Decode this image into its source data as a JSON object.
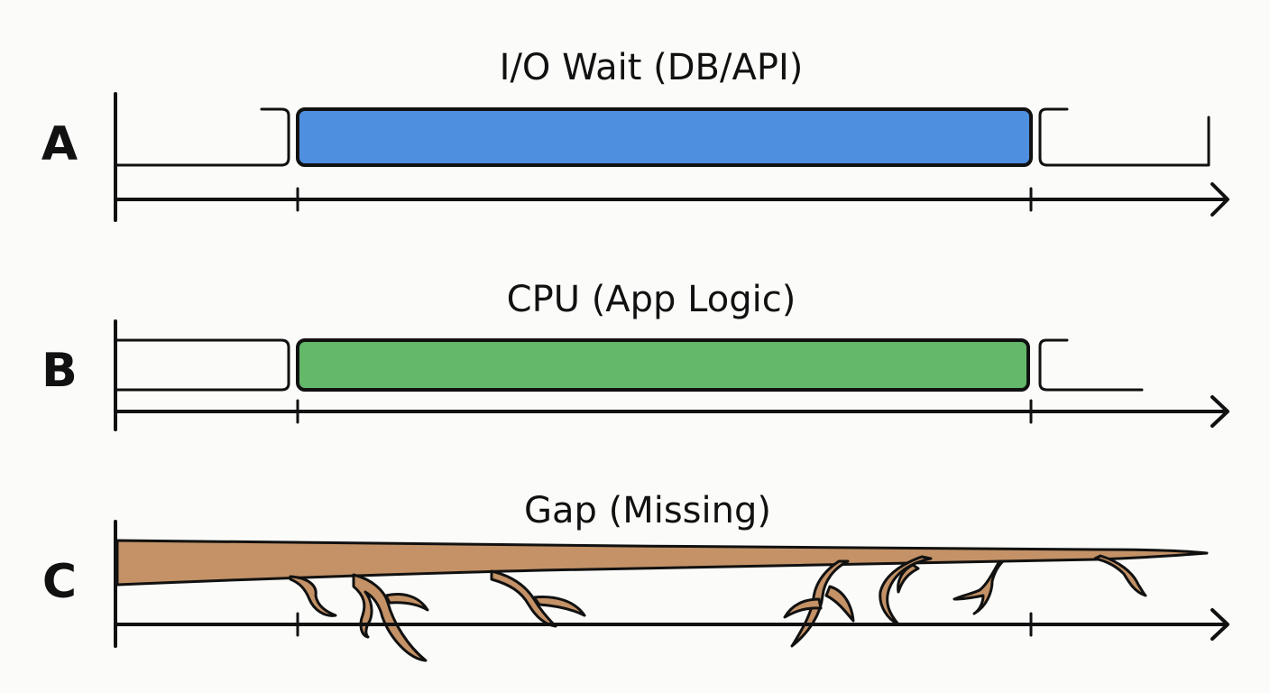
{
  "rows": [
    {
      "letter": "A",
      "title": "I/O Wait (DB/API)",
      "fill_color": "#4f8fe0",
      "kind": "bar"
    },
    {
      "letter": "B",
      "title": "CPU (App Logic)",
      "fill_color": "#63b86a",
      "kind": "bar"
    },
    {
      "letter": "C",
      "title": "Gap (Missing)",
      "fill_color": "#c49266",
      "kind": "branch"
    }
  ],
  "colors": {
    "line": "#111111",
    "background": "#fbfbf9"
  }
}
